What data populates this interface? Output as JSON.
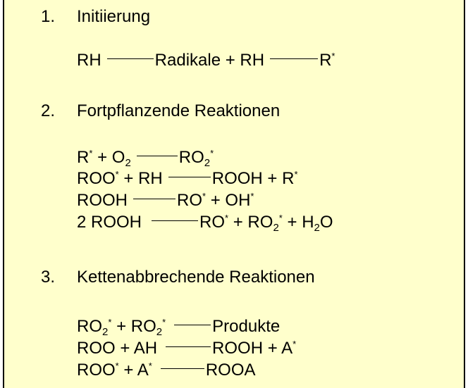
{
  "sections": [
    {
      "number": "1.",
      "title": "Initiierung"
    },
    {
      "number": "2.",
      "title": "Fortpflanzende Reaktionen"
    },
    {
      "number": "3.",
      "title": "Kettenabbrechende Reaktionen"
    }
  ],
  "eq1": {
    "left": "RH",
    "right_a": "Radikale + RH",
    "right_b": "R",
    "star": "*"
  },
  "eq2a": {
    "l1": "R",
    "s1": "*",
    "l2": " + O",
    "sub2": "2",
    "r1": "RO",
    "rsub": "2",
    "rs": "*"
  },
  "eq2b": {
    "l1": "ROO",
    "s1": "*",
    "l2": " + RH",
    "r1": "ROOH + R",
    "rs": "*"
  },
  "eq2c": {
    "l1": "ROOH",
    "r1": "RO",
    "rs1": "*",
    "r2": " + OH",
    "rs2": "*"
  },
  "eq2d": {
    "l1": "2 ROOH",
    "r1": "RO",
    "rs1": "*",
    "r2": " + RO",
    "rsub2": "2",
    "rs2": "*",
    "r3": " + H",
    "rsub3": "2",
    "r4": "O"
  },
  "eq3a": {
    "l1": "RO",
    "sub1": "2",
    "s1": "*",
    "l2": " + RO",
    "sub2": "2",
    "s2": "*",
    "r1": "Produkte"
  },
  "eq3b": {
    "l1": "ROO + AH",
    "r1": "ROOH + A",
    "rs": "*"
  },
  "eq3c": {
    "l1": "ROO",
    "s1": "*",
    "l2": " + A",
    "s2": "*",
    "r1": "ROOA"
  }
}
